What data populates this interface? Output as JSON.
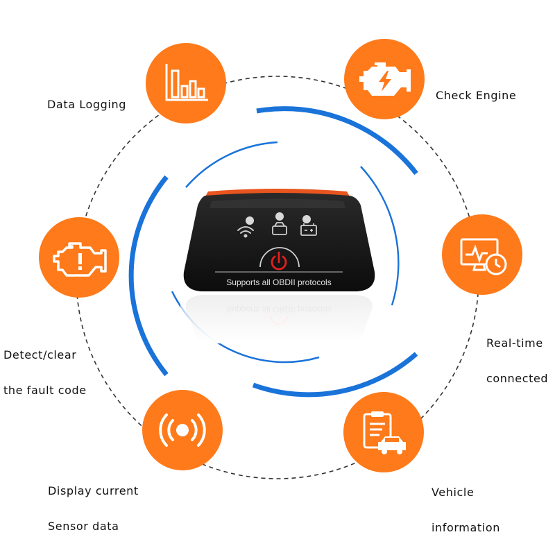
{
  "features": [
    {
      "key": "data_logging",
      "label": "Data Logging",
      "icon": "bar-chart-icon"
    },
    {
      "key": "check_engine",
      "label": "Check Engine",
      "icon": "engine-bolt-icon"
    },
    {
      "key": "detect_clear",
      "label_line1": "Detect/clear",
      "label_line2": "the fault code",
      "icon": "engine-warning-icon"
    },
    {
      "key": "real_time",
      "label_line1": "Real-time",
      "label_line2": "connected",
      "icon": "monitor-clock-icon"
    },
    {
      "key": "sensor_data",
      "label_line1": "Display current",
      "label_line2": "Sensor data",
      "icon": "sensor-signal-icon"
    },
    {
      "key": "vehicle_info",
      "label_line1": "Vehicle",
      "label_line2": "information",
      "icon": "clipboard-car-icon"
    }
  ],
  "device": {
    "text": "Supports all OBDII protocols",
    "icons": [
      "wifi-icon",
      "car-icon",
      "battery-icon",
      "power-icon"
    ]
  },
  "colors": {
    "accent": "#ff7a1a",
    "blue": "#1a73d9",
    "device_body": "#1a1a1a",
    "device_trim": "#e8551e"
  }
}
